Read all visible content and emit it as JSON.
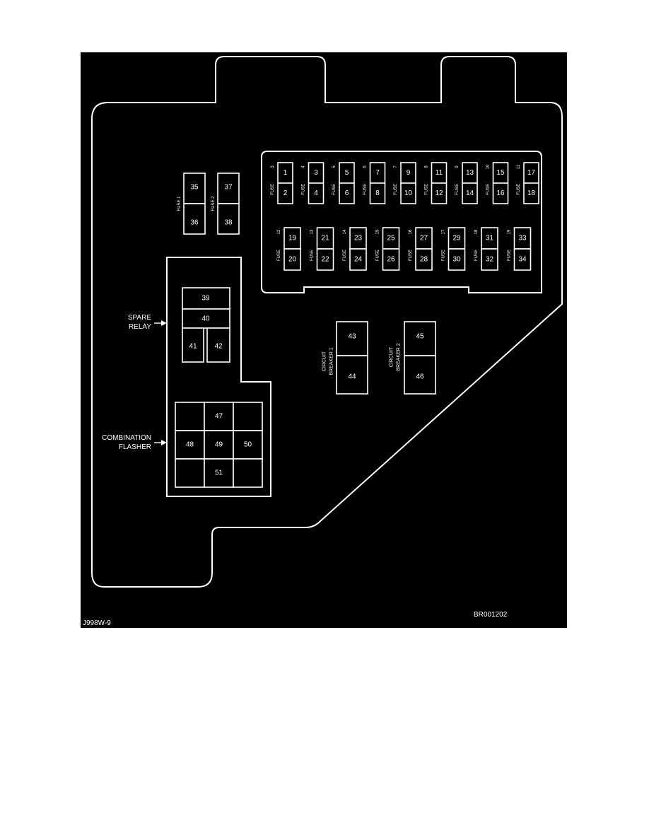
{
  "labels": {
    "spare_relay": [
      "SPARE",
      "RELAY"
    ],
    "combination_flasher": [
      "COMBINATION",
      "FLASHER"
    ],
    "circuit_breaker_1": [
      "CIRCUIT",
      "BREAKER 1"
    ],
    "circuit_breaker_2": [
      "CIRCUIT",
      "BREAKER 2"
    ]
  },
  "codes": {
    "left": "J998W-9",
    "right": "BR001202"
  },
  "fuse_units": [
    {
      "label": "FUSE 1",
      "top": "35",
      "bottom": "36"
    },
    {
      "label": "FUSE 2",
      "top": "37",
      "bottom": "38"
    }
  ],
  "fuse_row1": [
    {
      "fuse": "3",
      "label": "FUSE",
      "top": "1",
      "bottom": "2"
    },
    {
      "fuse": "4",
      "label": "FUSE",
      "top": "3",
      "bottom": "4"
    },
    {
      "fuse": "5",
      "label": "FUSE",
      "top": "5",
      "bottom": "6"
    },
    {
      "fuse": "6",
      "label": "FUSE",
      "top": "7",
      "bottom": "8"
    },
    {
      "fuse": "7",
      "label": "FUSE",
      "top": "9",
      "bottom": "10"
    },
    {
      "fuse": "8",
      "label": "FUSE",
      "top": "11",
      "bottom": "12"
    },
    {
      "fuse": "9",
      "label": "FUSE",
      "top": "13",
      "bottom": "14"
    },
    {
      "fuse": "10",
      "label": "FUSE",
      "top": "15",
      "bottom": "16"
    },
    {
      "fuse": "11",
      "label": "FUSE",
      "top": "17",
      "bottom": "18"
    }
  ],
  "fuse_row2": [
    {
      "fuse": "12",
      "label": "FUSE",
      "top": "19",
      "bottom": "20"
    },
    {
      "fuse": "13",
      "label": "FUSE",
      "top": "21",
      "bottom": "22"
    },
    {
      "fuse": "14",
      "label": "FUSE",
      "top": "23",
      "bottom": "24"
    },
    {
      "fuse": "15",
      "label": "FUSE",
      "top": "25",
      "bottom": "26"
    },
    {
      "fuse": "16",
      "label": "FUSE",
      "top": "27",
      "bottom": "28"
    },
    {
      "fuse": "17",
      "label": "FUSE",
      "top": "29",
      "bottom": "30"
    },
    {
      "fuse": "18",
      "label": "FUSE",
      "top": "31",
      "bottom": "32"
    },
    {
      "fuse": "19",
      "label": "FUSE",
      "top": "33",
      "bottom": "34"
    }
  ],
  "spare_relay_cells": [
    "39",
    "40",
    "41",
    "42"
  ],
  "breakers": [
    {
      "top": "43",
      "bottom": "44"
    },
    {
      "top": "45",
      "bottom": "46"
    }
  ],
  "flasher_cells": [
    "47",
    "48",
    "49",
    "50",
    "51"
  ]
}
